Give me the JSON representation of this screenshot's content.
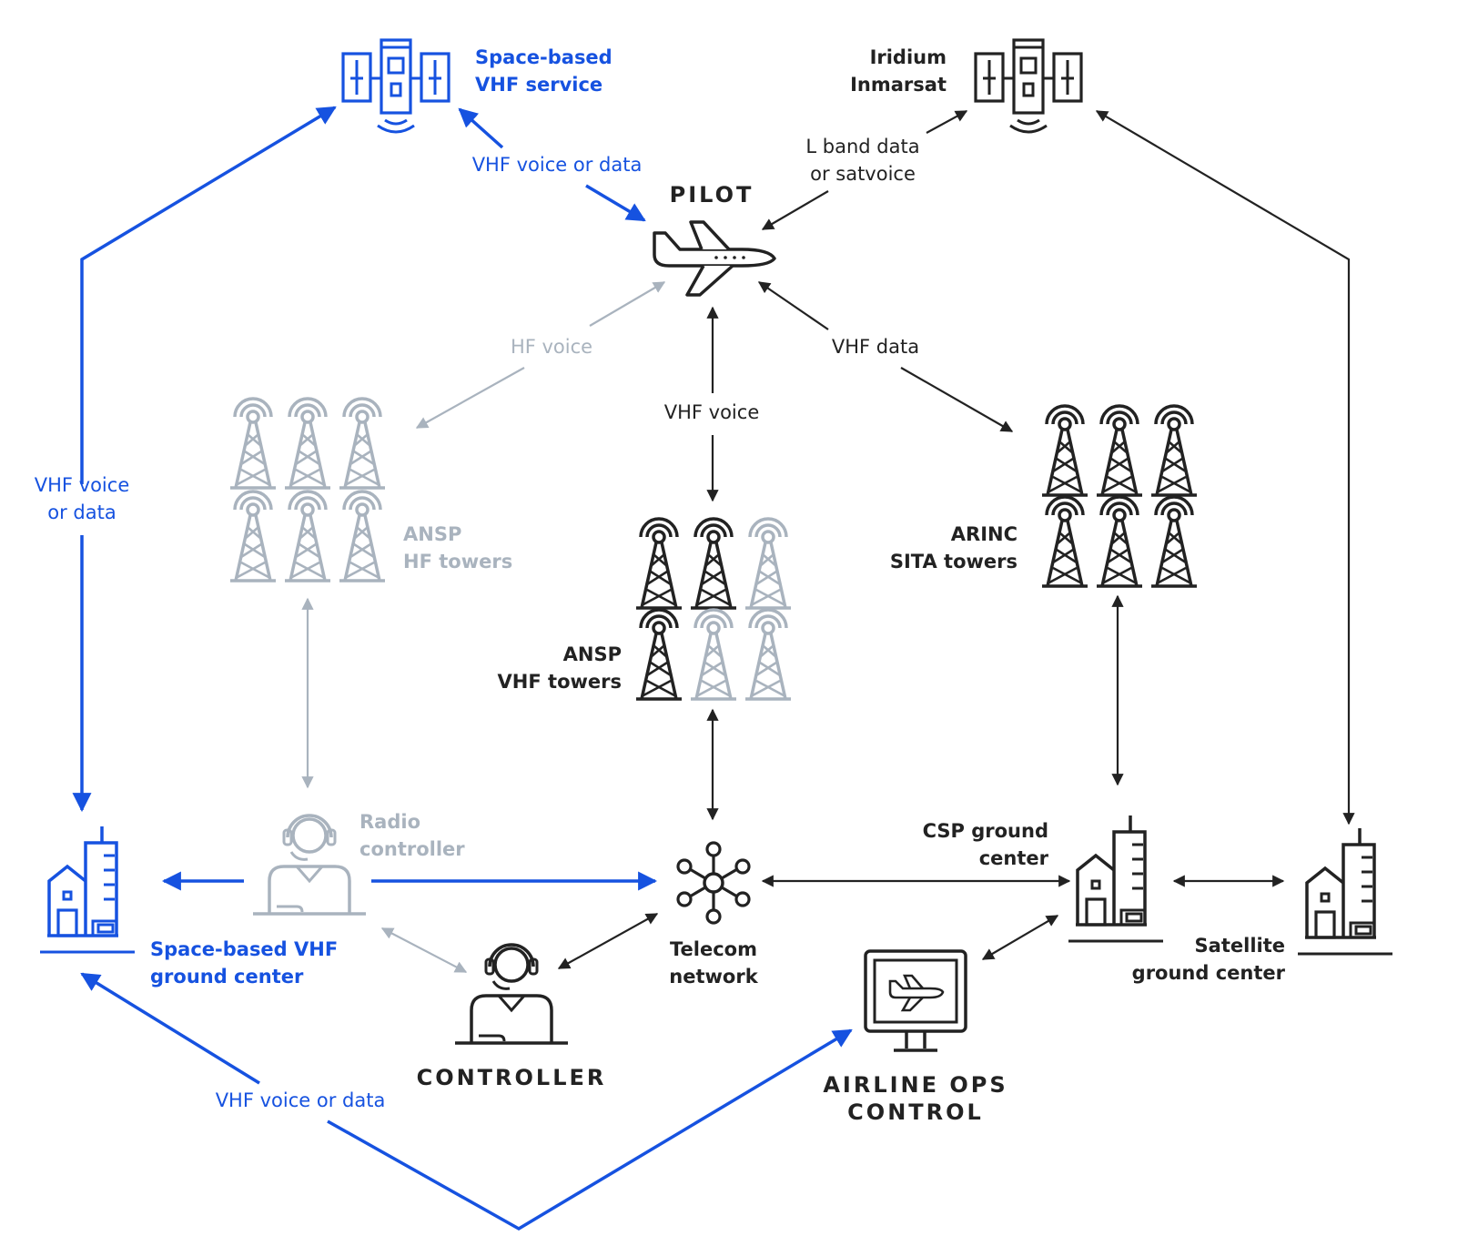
{
  "colors": {
    "blue": "#1652e0",
    "dark": "#222222",
    "gray": "#a9b3be",
    "white": "#ffffff"
  },
  "nodes": {
    "space_vhf_service": {
      "line1": "Space-based",
      "line2": "VHF service",
      "icon": "satellite-icon"
    },
    "iridium": {
      "line1": "Iridium",
      "line2": "Inmarsat",
      "icon": "satellite-icon"
    },
    "pilot": {
      "label": "PILOT",
      "icon": "airplane-icon"
    },
    "ansp_hf": {
      "line1": "ANSP",
      "line2": "HF towers",
      "icon": "radio-tower-icon"
    },
    "ansp_vhf": {
      "line1": "ANSP",
      "line2": "VHF towers",
      "icon": "radio-tower-icon"
    },
    "arinc": {
      "line1": "ARINC",
      "line2": "SITA towers",
      "icon": "radio-tower-icon"
    },
    "space_ground_center": {
      "line1": "Space-based VHF",
      "line2": "ground center",
      "icon": "building-icon"
    },
    "radio_controller": {
      "line1": "Radio",
      "line2": "controller",
      "icon": "headset-person-icon"
    },
    "telecom": {
      "line1": "Telecom",
      "line2": "network",
      "icon": "network-hub-icon"
    },
    "csp": {
      "line1": "CSP ground",
      "line2": "center",
      "icon": "building-icon"
    },
    "satellite_ground": {
      "line1": "Satellite",
      "line2": "ground center",
      "icon": "building-icon"
    },
    "controller": {
      "label": "CONTROLLER",
      "icon": "headset-person-icon"
    },
    "airline_ops": {
      "line1": "AIRLINE OPS",
      "line2": "CONTROL",
      "icon": "monitor-airplane-icon"
    }
  },
  "links": {
    "sat_pilot": "VHF voice or data",
    "lband_1": "L band data",
    "lband_2": "or satvoice",
    "hf_voice": "HF voice",
    "vhf_data": "VHF data",
    "vhf_voice": "VHF voice",
    "left_1": "VHF voice",
    "left_2": "or data",
    "bottom": "VHF voice or data"
  }
}
